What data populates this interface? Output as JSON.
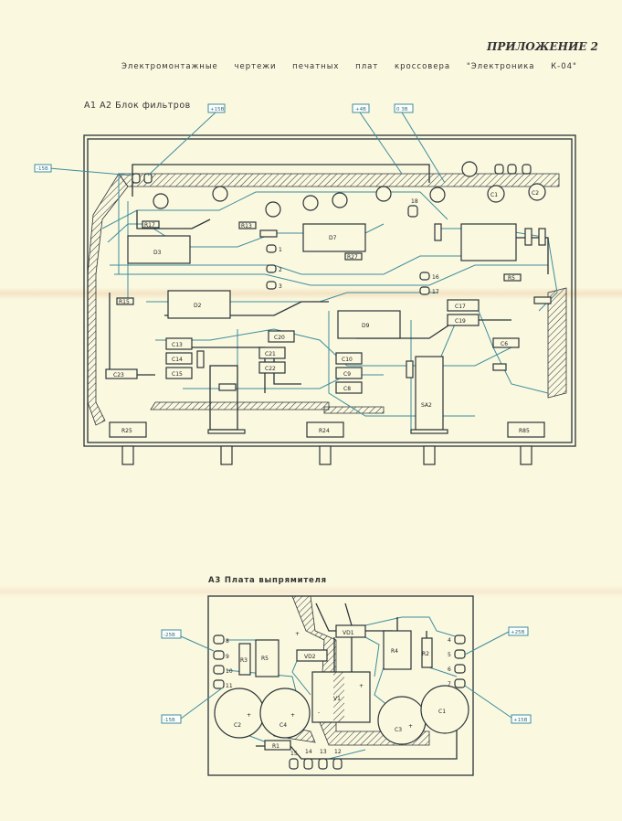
{
  "header": {
    "appendix": "ПРИЛОЖЕНИЕ 2",
    "subtitle": "Электромонтажные чертежи печатных плат кроссовера \"Электроника К-04\""
  },
  "board_a1a2": {
    "title": "A1 A2 Блок фильтров",
    "callouts": [
      "-15В",
      "+15В",
      "+4В",
      "0 3В"
    ],
    "components": [
      "D3",
      "D2",
      "D7",
      "D9",
      "C13",
      "C14",
      "C15",
      "C20",
      "C21",
      "C22",
      "C23",
      "C17",
      "C19",
      "C10",
      "C9",
      "C8",
      "C1",
      "C2",
      "C6",
      "R17",
      "R13",
      "R15",
      "R27",
      "R5",
      "R25",
      "R24",
      "SA2",
      "R85"
    ],
    "pins": [
      "1",
      "2",
      "3",
      "16",
      "17",
      "18"
    ]
  },
  "board_a3": {
    "title": "A3 Плата выпрямителя",
    "callouts": [
      "-25В",
      "-15В",
      "+25В",
      "+15В"
    ],
    "components": [
      "VD1",
      "VD2",
      "V1",
      "R5",
      "R3",
      "R4",
      "R2",
      "R1",
      "C2",
      "C4",
      "C3",
      "C1"
    ],
    "pins_left": [
      "8",
      "9",
      "10",
      "11"
    ],
    "pins_right": [
      "4",
      "5",
      "6",
      "7"
    ],
    "pins_bottom": [
      "15",
      "14",
      "13",
      "12"
    ],
    "polarity": [
      "+",
      "+",
      "+",
      "-",
      "+",
      "+"
    ]
  }
}
